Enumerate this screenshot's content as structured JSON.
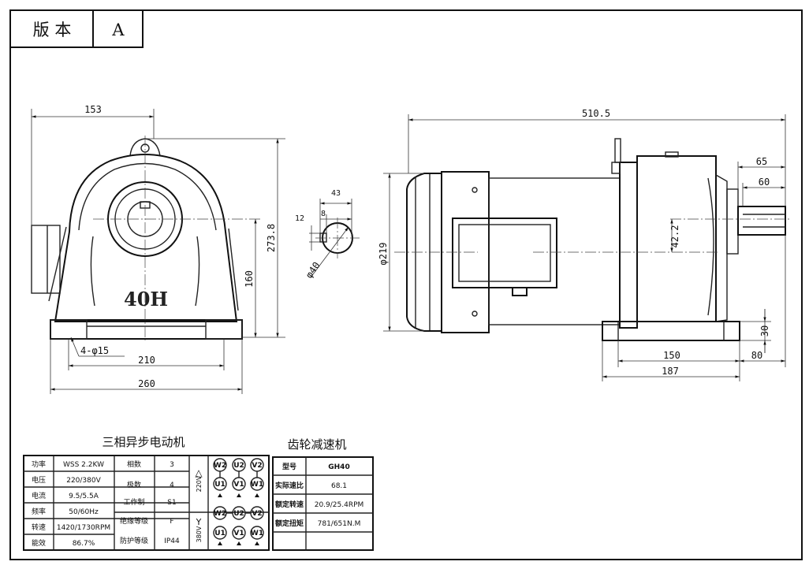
{
  "title_block": {
    "version_label": "版 本",
    "version_value": "A"
  },
  "front_view": {
    "brand_text": "40H",
    "dims": {
      "width_top": "153",
      "height_total": "273.8",
      "shaft_height": "160",
      "hole_spec": "4-φ15",
      "hole_spacing": "210",
      "base_width": "260"
    }
  },
  "shaft_section": {
    "dims": {
      "keyway_h": "43",
      "key_width": "12",
      "key_depth": "8",
      "diameter": "φ40"
    }
  },
  "side_view": {
    "dims": {
      "overall_length": "510.5",
      "motor_diameter": "φ219",
      "shaft_len_1": "65",
      "shaft_len_2": "60",
      "center_offset": "42.2",
      "base_thick": "30",
      "foot_spacing": "150",
      "foot_edge": "80",
      "base_length": "187"
    }
  },
  "motor_table": {
    "caption": "三相异步电动机",
    "rows": [
      {
        "k1": "功率",
        "v1": "WSS 2.2KW",
        "k2": "相数",
        "v2": "3"
      },
      {
        "k1": "电压",
        "v1": "220/380V",
        "k2": "极数",
        "v2": "4"
      },
      {
        "k1": "电流",
        "v1": "9.5/5.5A",
        "k2": "工作制",
        "v2": "S1"
      },
      {
        "k1": "频率",
        "v1": "50/60Hz",
        "k2": "绝缘等级",
        "v2": "F"
      },
      {
        "k1": "转速",
        "v1": "1420/1730RPM",
        "k2": "防护等级",
        "v2": "IP44"
      },
      {
        "k1": "能效",
        "v1": "86.7%",
        "k2": "",
        "v2": ""
      }
    ],
    "wiring": {
      "delta": {
        "symbol": "△",
        "voltage": "220V"
      },
      "star": {
        "symbol": "Y",
        "voltage": "380V"
      },
      "top_terminals": [
        "W2",
        "U2",
        "V2"
      ],
      "bottom_terminals": [
        "U1",
        "V1",
        "W1"
      ]
    }
  },
  "gear_table": {
    "caption": "齿轮减速机",
    "rows": [
      {
        "k": "型号",
        "v": "GH40"
      },
      {
        "k": "实际速比",
        "v": "68.1"
      },
      {
        "k": "额定转速",
        "v": "20.9/25.4RPM"
      },
      {
        "k": "额定扭矩",
        "v": "781/651N.M"
      }
    ]
  }
}
